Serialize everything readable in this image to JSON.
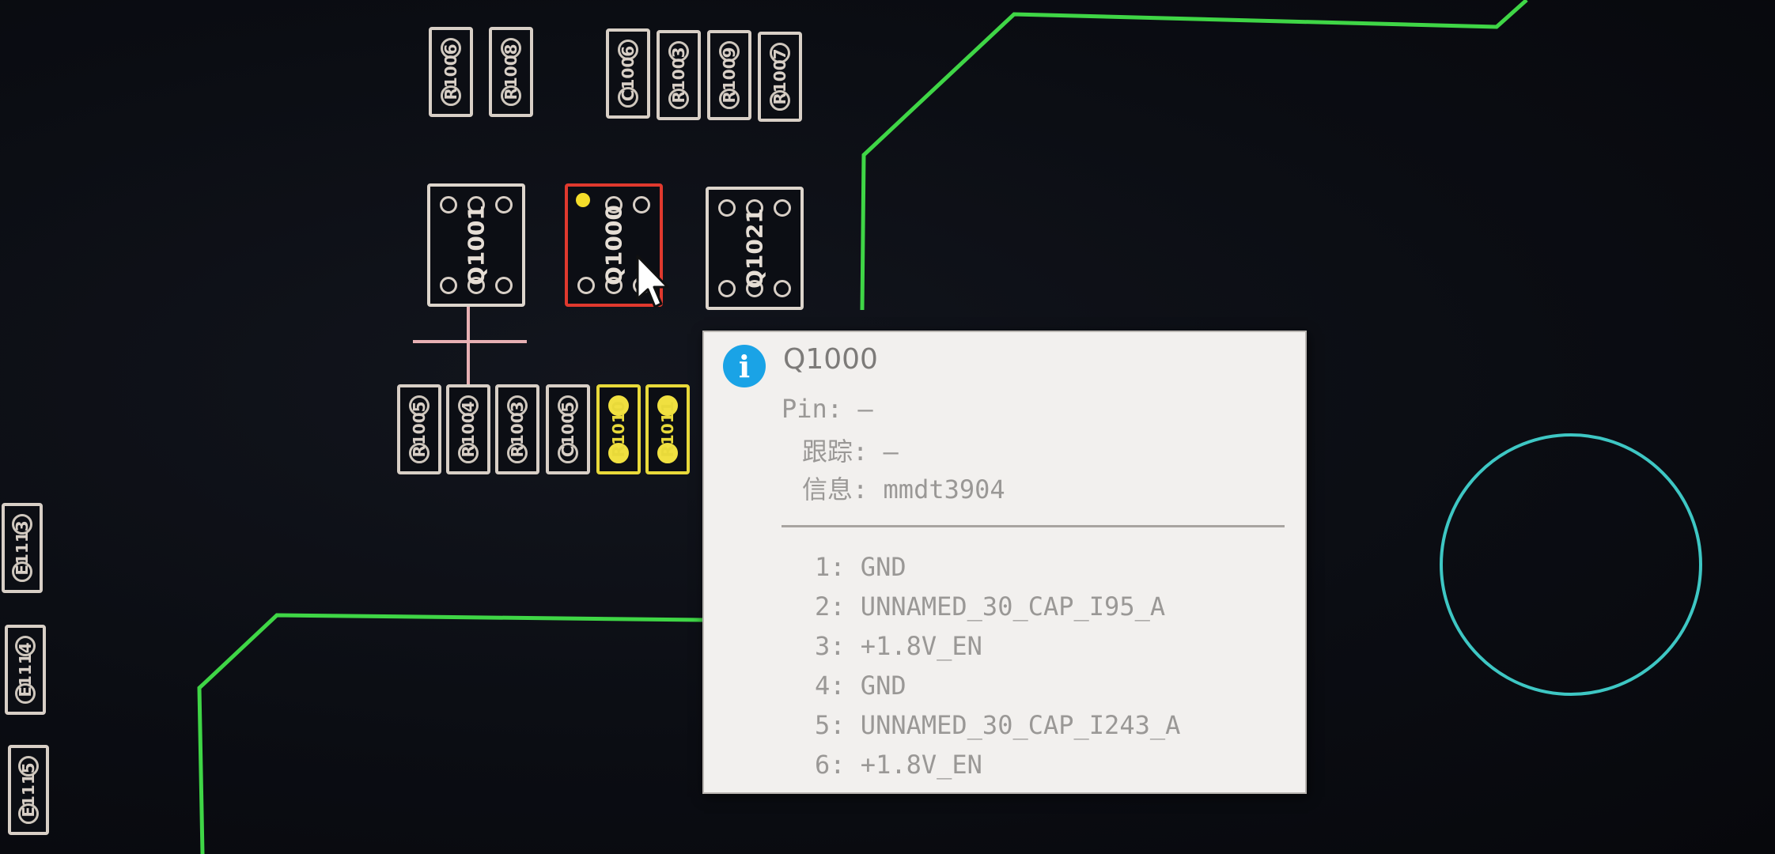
{
  "colors": {
    "trace_green": "#3fd646",
    "circle_cyan": "#3ec7c4",
    "selected_red": "#e0392e",
    "highlight_yellow": "#e8d93a",
    "info_blue": "#1aa3e6"
  },
  "components": {
    "top_row": [
      "R1006",
      "R1008",
      "C1006",
      "R1003",
      "R1009",
      "R1007"
    ],
    "transistors": [
      {
        "ref": "Q1001",
        "selected": false
      },
      {
        "ref": "Q1000",
        "selected": true
      },
      {
        "ref": "Q1021",
        "selected": false
      }
    ],
    "middle_row": [
      "R1005",
      "R1004",
      "R1003",
      "C1005",
      "R1010",
      "R1011"
    ],
    "left_column": [
      "E1113",
      "E1114",
      "E1115"
    ]
  },
  "tooltip": {
    "icon": "info-icon",
    "title": "Q1000",
    "pin_line": "Pin: –",
    "trace_line": "跟踪: –",
    "info_line": "信息: mmdt3904",
    "pins": [
      {
        "num": "1:",
        "net": "GND"
      },
      {
        "num": "2:",
        "net": "UNNAMED_30_CAP_I95_A"
      },
      {
        "num": "3:",
        "net": "+1.8V_EN"
      },
      {
        "num": "4:",
        "net": "GND"
      },
      {
        "num": "5:",
        "net": "UNNAMED_30_CAP_I243_A"
      },
      {
        "num": "6:",
        "net": "+1.8V_EN"
      }
    ]
  }
}
